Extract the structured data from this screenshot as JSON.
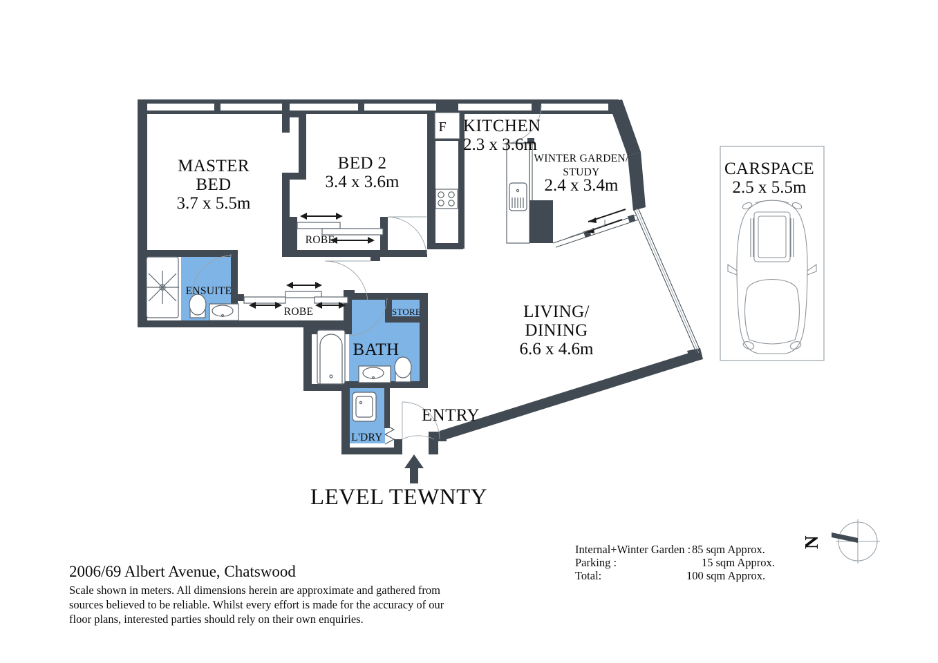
{
  "document": {
    "type": "real-estate-floor-plan",
    "level_title": "LEVEL TEWNTY",
    "address": "2006/69 Albert Avenue, Chatswood",
    "disclaimer_line1": "Scale shown in meters. All dimensions herein are approximate and gathered from",
    "disclaimer_line2": "sources believed to be reliable. Whilst every effort is made for the accuracy of our",
    "disclaimer_line3": "floor plans, interested parties should rely on their own enquiries."
  },
  "rooms": {
    "master_bed": {
      "name_line1": "MASTER",
      "name_line2": "BED",
      "dimensions": "3.7 x 5.5m"
    },
    "bed2": {
      "name": "BED 2",
      "dimensions": "3.4 x 3.6m"
    },
    "kitchen": {
      "name": "KITCHEN",
      "dimensions": "2.3 x 3.6m",
      "fridge_label": "F"
    },
    "winter_garden": {
      "name_line1": "WINTER GARDEN/",
      "name_line2": "STUDY",
      "dimensions": "2.4 x 3.4m"
    },
    "living_dining": {
      "name_line1": "LIVING/",
      "name_line2": "DINING",
      "dimensions": "6.6 x 4.6m"
    },
    "carspace": {
      "name": "CARSPACE",
      "dimensions": "2.5 x 5.5m"
    },
    "ensuite": {
      "name": "ENSUITE"
    },
    "bath": {
      "name": "BATH"
    },
    "store": {
      "name": "STORE"
    },
    "laundry": {
      "name": "L'DRY"
    },
    "entry": {
      "name": "ENTRY"
    },
    "robe_bed2": {
      "name": "ROBE"
    },
    "robe_hall": {
      "name": "ROBE"
    }
  },
  "areas": {
    "rows": [
      {
        "label": "Internal+Winter Garden :",
        "value": "85 sqm Approx."
      },
      {
        "label": "Parking :",
        "value": "15 sqm Approx."
      },
      {
        "label": "Total:",
        "value": "100 sqm Approx."
      }
    ]
  },
  "compass": {
    "label": "N"
  },
  "colors": {
    "wall": "#414a52",
    "wet_area_fill": "#7fb4e6",
    "text": "#0d0d0d",
    "background": "#ffffff",
    "fixture_line": "#5b656d"
  }
}
